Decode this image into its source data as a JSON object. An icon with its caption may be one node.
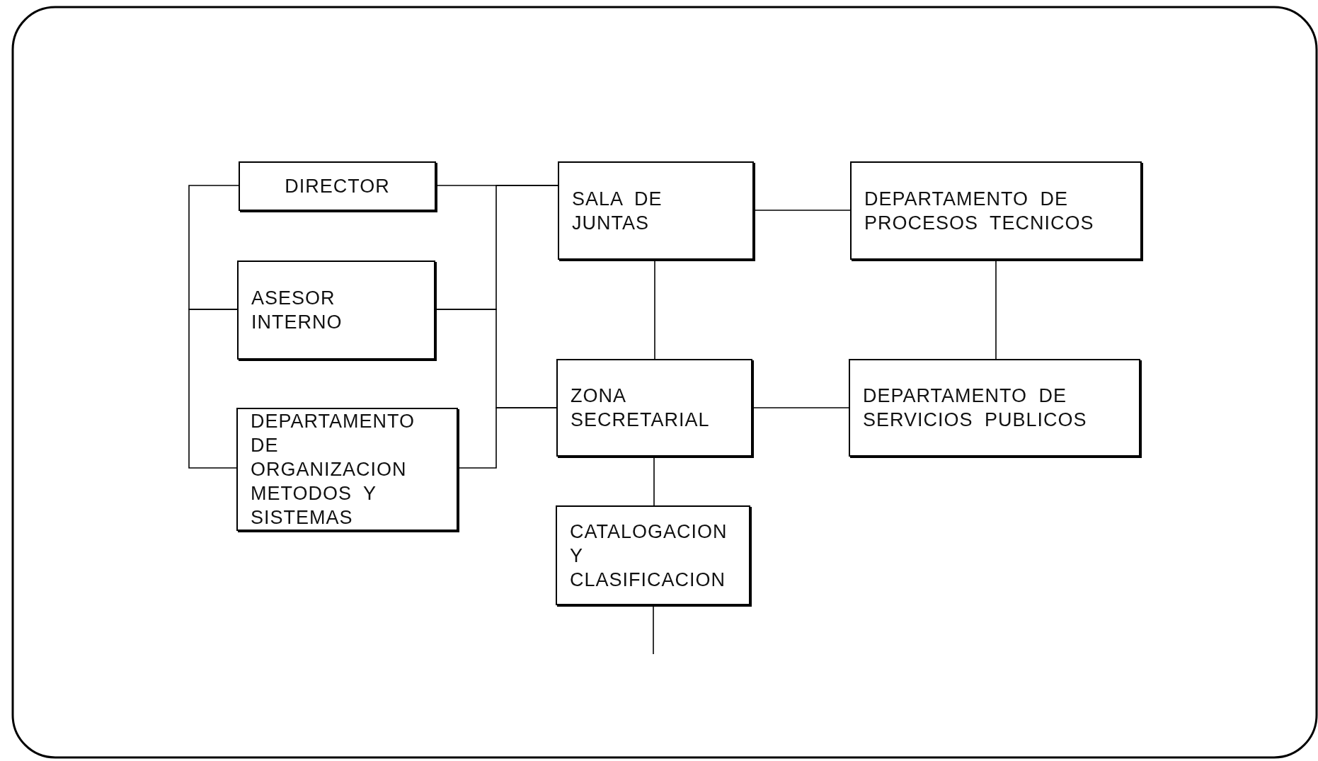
{
  "diagram": {
    "nodes": [
      {
        "text": [
          "DIRECTOR"
        ]
      },
      {
        "text": [
          "ASESOR INTERNO"
        ]
      },
      {
        "text": [
          "DEPARTAMENTO DE ORGANIZACION METODOS Y SISTEMAS"
        ]
      },
      {
        "text": [
          "SALA DE JUNTAS"
        ]
      },
      {
        "text": [
          "DEPARTAMENTO DE PROCESOS TECNICOS"
        ]
      },
      {
        "text": [
          "ZONA SECRETARIAL"
        ]
      },
      {
        "text": [
          "DEPARTAMENTO DE SERVICIOS PUBLICOS"
        ]
      },
      {
        "text": [
          "CATALOGACION Y CLASIFICACION"
        ]
      }
    ],
    "edges": [
      {
        "from": 0,
        "to": 1,
        "arrow": "none"
      },
      {
        "from": 1,
        "to": 2,
        "arrow": "none"
      },
      {
        "from": 0,
        "to": 3,
        "arrow": "none"
      },
      {
        "from": 1,
        "to": 3,
        "arrow": "none"
      },
      {
        "from": 1,
        "to": 5,
        "arrow": "none"
      },
      {
        "from": 2,
        "to": 5,
        "arrow": "none"
      },
      {
        "from": 3,
        "to": 4,
        "arrow": "none"
      },
      {
        "from": 3,
        "to": 5,
        "arrow": "none"
      },
      {
        "from": 4,
        "to": 6,
        "arrow": "none"
      },
      {
        "from": 5,
        "to": 6,
        "arrow": "none"
      },
      {
        "from": 5,
        "to": 7,
        "arrow": "none"
      },
      {
        "from": 7,
        "to": null,
        "arrow": "none"
      }
    ]
  }
}
